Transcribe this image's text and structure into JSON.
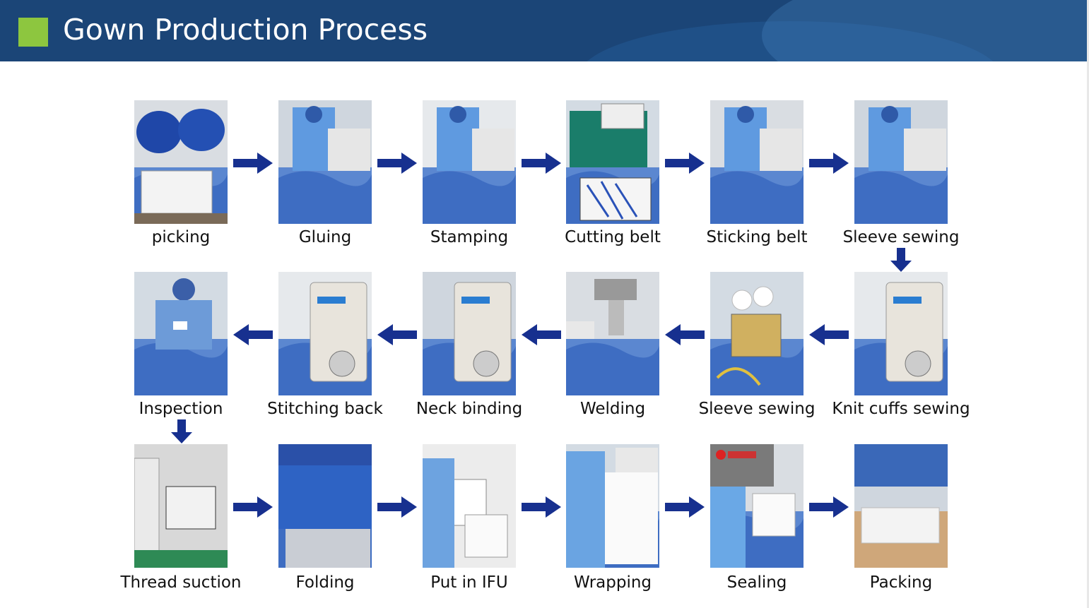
{
  "header": {
    "title": "Gown Production Process",
    "accent_color": "#8dc63f",
    "background_color": "#1b4577"
  },
  "arrow_color": "#17308f",
  "steps": [
    {
      "label": "picking",
      "icon": "laundry-cart-photo"
    },
    {
      "label": "Gluing",
      "icon": "gluing-photo"
    },
    {
      "label": "Stamping",
      "icon": "stamping-photo"
    },
    {
      "label": "Cutting belt",
      "icon": "cutting-machine-photo"
    },
    {
      "label": "Sticking belt",
      "icon": "fabric-photo"
    },
    {
      "label": "Sleeve sewing",
      "icon": "sewing-photo"
    },
    {
      "label": "Knit cuffs sewing",
      "icon": "sewing-machine-photo"
    },
    {
      "label": "Sleeve sewing",
      "icon": "overlock-photo"
    },
    {
      "label": "Welding",
      "icon": "welding-photo"
    },
    {
      "label": "Neck binding",
      "icon": "sewing-machine-photo"
    },
    {
      "label": "Stitching back",
      "icon": "sewing-machine-photo"
    },
    {
      "label": "Inspection",
      "icon": "inspection-photo"
    },
    {
      "label": "Thread suction",
      "icon": "suction-machine-photo"
    },
    {
      "label": "Folding",
      "icon": "folding-photo"
    },
    {
      "label": "Put in IFU",
      "icon": "document-photo"
    },
    {
      "label": "Wrapping",
      "icon": "wrapping-photo"
    },
    {
      "label": "Sealing",
      "icon": "sealing-machine-photo"
    },
    {
      "label": "Packing",
      "icon": "box-photo"
    }
  ]
}
